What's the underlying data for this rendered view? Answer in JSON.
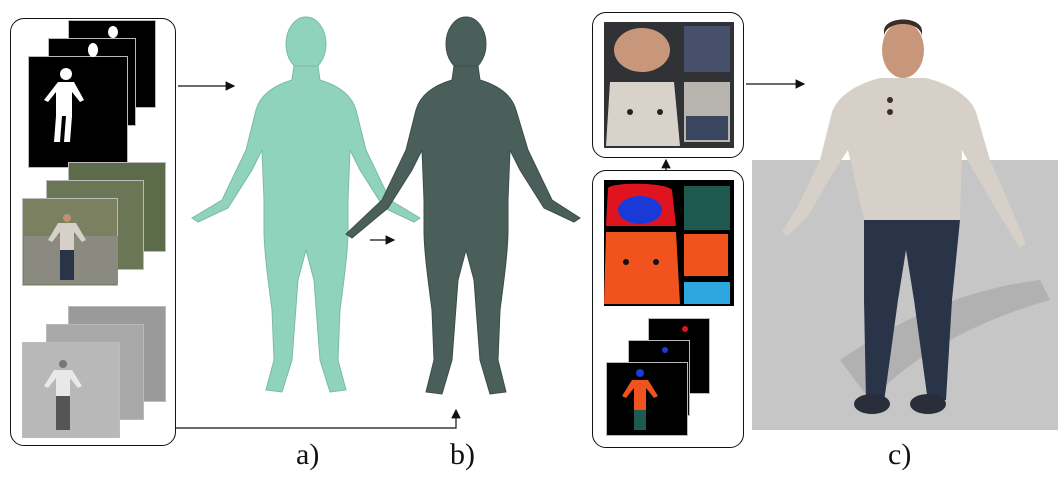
{
  "labels": {
    "a": "a)",
    "b": "b)",
    "c": "c)"
  },
  "colors": {
    "mesh_a": "#8fd3bd",
    "mesh_b": "#4b5f5a",
    "seg_orange": "#f0531e",
    "seg_red": "#e0141e",
    "seg_blue": "#1a3ad8",
    "seg_teal": "#1e5a50",
    "seg_light_blue": "#2ea6e0",
    "sweater": "#d6d0c8",
    "jeans": "#2a3448",
    "floor": "#c4c4c4"
  }
}
